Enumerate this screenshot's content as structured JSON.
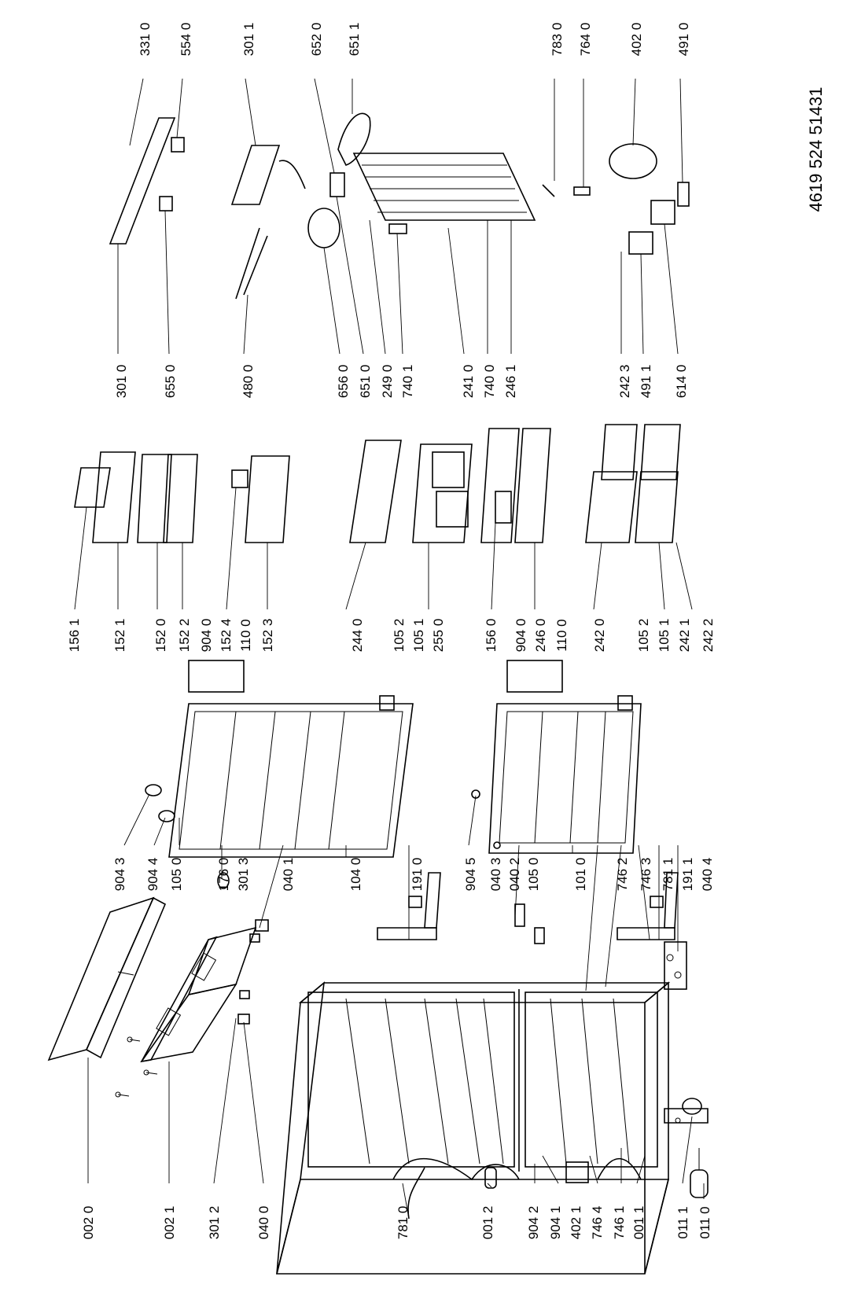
{
  "document_number": "4619 524 51431",
  "labels": [
    "002 0",
    "002 1",
    "301 2",
    "040 0",
    "781 0",
    "001 2",
    "904 2",
    "904 1",
    "402 1",
    "746 4",
    "746 1",
    "001 1",
    "011 1",
    "011 0",
    "904 3",
    "904 4",
    "105 0",
    "176 0",
    "301 3",
    "040 1",
    "104 0",
    "191 0",
    "904 5",
    "040 3",
    "040 2",
    "105 0",
    "101 0",
    "746 2",
    "746 3",
    "781 1",
    "191 1",
    "040 4",
    "156 1",
    "152 1",
    "152 0",
    "152 2",
    "904 0",
    "152 4",
    "110 0",
    "152 3",
    "105 2",
    "105 1",
    "255 0",
    "244 0",
    "156 0",
    "904 0",
    "246 0",
    "110 0",
    "242 0",
    "105 2",
    "105 1",
    "242 1",
    "242 2",
    "301 0",
    "655 0",
    "480 0",
    "656 0",
    "651 0",
    "249 0",
    "740 1",
    "241 0",
    "740 0",
    "246 1",
    "242 3",
    "491 1",
    "614 0",
    "331 0",
    "554 0",
    "301 1",
    "652 0",
    "651 1",
    "783 0",
    "764 0",
    "402 0",
    "491 0"
  ]
}
